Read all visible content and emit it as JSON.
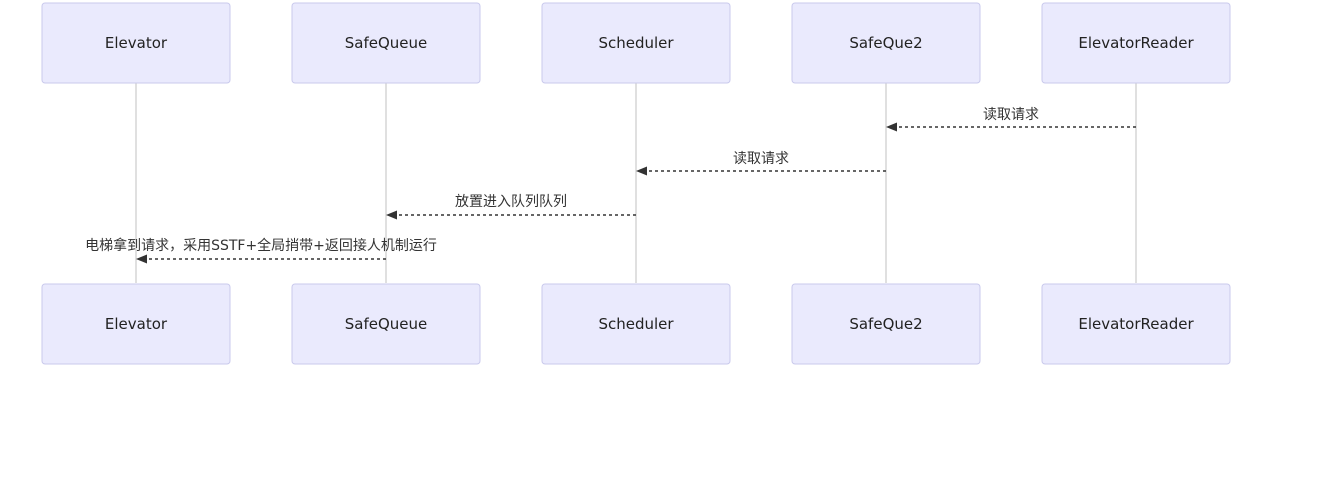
{
  "actors": [
    {
      "id": "elevator",
      "label": "Elevator"
    },
    {
      "id": "safequeue",
      "label": "SafeQueue"
    },
    {
      "id": "scheduler",
      "label": "Scheduler"
    },
    {
      "id": "safeque2",
      "label": "SafeQue2"
    },
    {
      "id": "elevatorreader",
      "label": "ElevatorReader"
    }
  ],
  "messages": [
    {
      "from": "elevatorreader",
      "to": "safeque2",
      "label": "读取请求",
      "style": "dashed"
    },
    {
      "from": "safeque2",
      "to": "scheduler",
      "label": "读取请求",
      "style": "dashed"
    },
    {
      "from": "scheduler",
      "to": "safequeue",
      "label": "放置进入队列队列",
      "style": "dashed"
    },
    {
      "from": "safequeue",
      "to": "elevator",
      "label": "电梯拿到请求，采用SSTF+全局捎带+返回接人机制运行",
      "style": "dashed"
    }
  ],
  "colors": {
    "actor_fill": "#eaeafd",
    "actor_border": "#c9c9ec",
    "lifeline": "#c2c2c2",
    "message": "#333333"
  }
}
